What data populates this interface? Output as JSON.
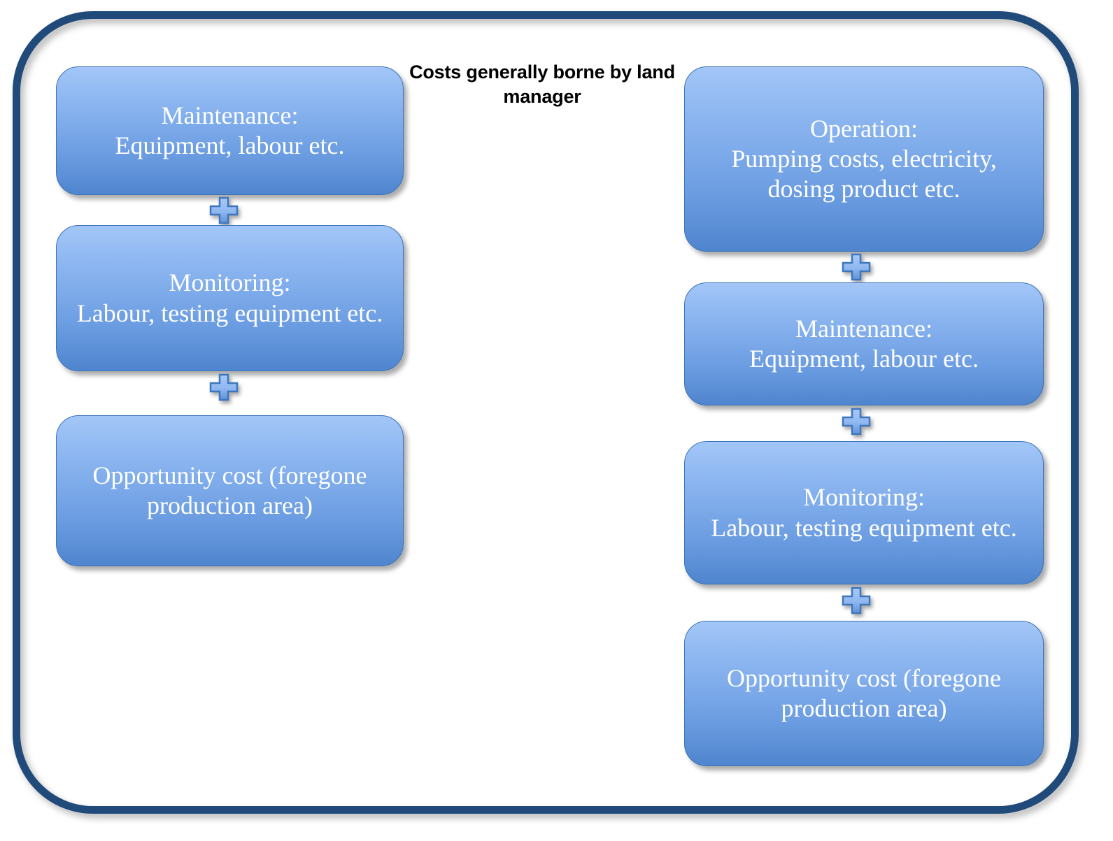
{
  "diagram": {
    "title": "Costs generally borne by land manager",
    "outer_border_color": "#1F4A7A",
    "box_fill_top": "#A3C6F7",
    "box_fill_bottom": "#4F85CE",
    "box_border_color": "#3A73B8",
    "box_text_color": "#FFFFFF",
    "connector_label": "plus"
  },
  "columns": [
    {
      "id": "left-column",
      "boxes": [
        {
          "text": "Maintenance:\nEquipment, labour etc."
        },
        {
          "text": "Monitoring:\nLabour, testing equipment etc."
        },
        {
          "text": "Opportunity cost (foregone production area)"
        }
      ],
      "connectors": [
        "+",
        "+"
      ]
    },
    {
      "id": "right-column",
      "boxes": [
        {
          "text": "Operation:\nPumping costs, electricity, dosing product etc."
        },
        {
          "text": "Maintenance:\nEquipment, labour etc."
        },
        {
          "text": "Monitoring:\nLabour, testing equipment etc."
        },
        {
          "text": "Opportunity cost (foregone production area)"
        }
      ],
      "connectors": [
        "+",
        "+",
        "+"
      ]
    }
  ]
}
